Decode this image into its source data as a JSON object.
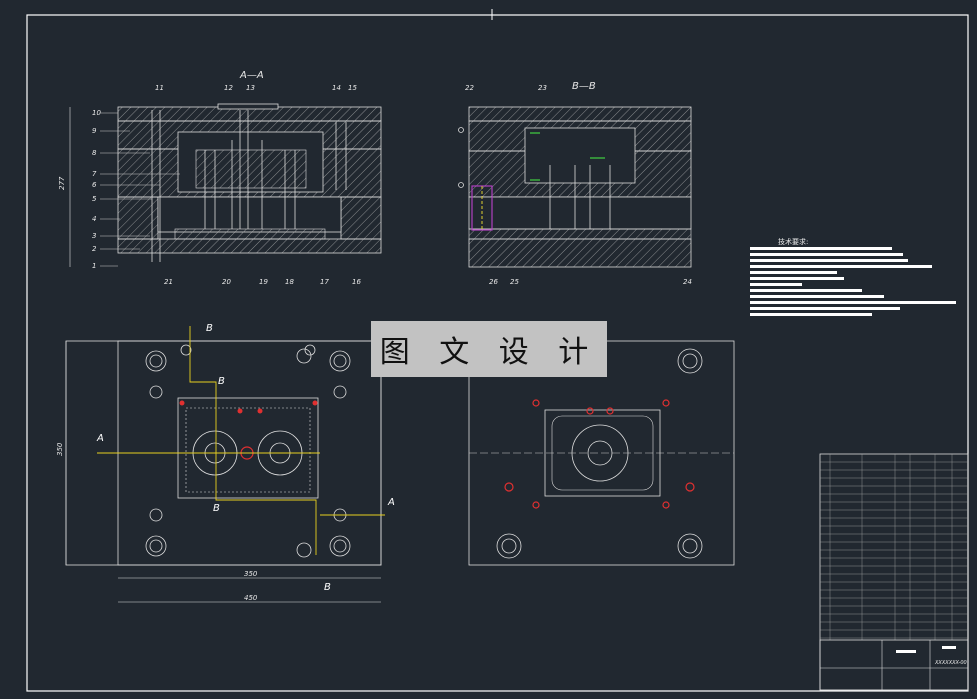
{
  "section_a_title": "A—A",
  "section_b_title": "B—B",
  "watermark": "图 文 设 计",
  "notes_title": "技术要求:",
  "left_callouts": [
    "10",
    "9",
    "8",
    "7",
    "6",
    "5",
    "4",
    "3",
    "2",
    "1"
  ],
  "top_callouts_a": [
    "11",
    "12",
    "13",
    "14",
    "15"
  ],
  "bottom_callouts_a": [
    "21",
    "20",
    "19",
    "18",
    "17",
    "16"
  ],
  "callouts_b_top": [
    "22",
    "23"
  ],
  "callouts_b_bottom": [
    "26",
    "25",
    "24"
  ],
  "dim_height": "277",
  "dim_plan_height": "350",
  "dim_plan_inner": "350",
  "dim_plan_outer": "450",
  "section_mark_a": "A",
  "section_mark_b": "B",
  "title_block_code": "XXXXXXX-00"
}
